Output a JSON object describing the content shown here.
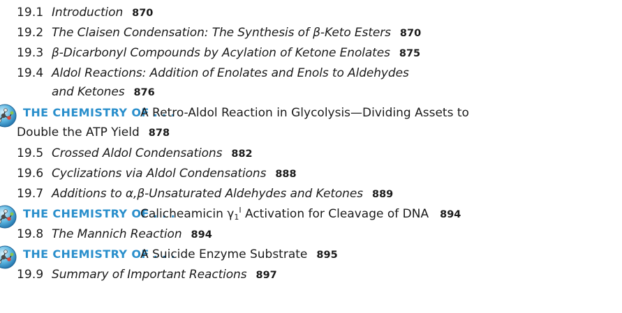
{
  "toc": {
    "entries": [
      {
        "num": "19.1",
        "title": "Introduction",
        "page": "870"
      },
      {
        "num": "19.2",
        "title": "The Claisen Condensation: The Synthesis of β-Keto Esters",
        "page": "870"
      },
      {
        "num": "19.3",
        "title": "β-Dicarbonyl Compounds by Acylation of Ketone Enolates",
        "page": "875"
      },
      {
        "num": "19.4",
        "title": "Aldol Reactions: Addition of Enolates and Enols to Aldehydes",
        "title_cont": "and Ketones",
        "page": "876"
      },
      {
        "num": "19.5",
        "title": "Crossed Aldol Condensations",
        "page": "882"
      },
      {
        "num": "19.6",
        "title": "Cyclizations via Aldol Condensations",
        "page": "888"
      },
      {
        "num": "19.7",
        "title": "Additions to α,β-Unsaturated Aldehydes and Ketones",
        "page": "889"
      },
      {
        "num": "19.8",
        "title": "The Mannich Reaction",
        "page": "894"
      },
      {
        "num": "19.9",
        "title": "Summary of Important Reactions",
        "page": "897"
      }
    ],
    "chemistry": [
      {
        "label": "THE CHEMISTRY OF . . .",
        "text": "A Retro-Aldol Reaction in Glycolysis—Dividing Assets to",
        "text_cont": "Double the ATP Yield",
        "page": "878"
      },
      {
        "label": "THE CHEMISTRY OF . . .",
        "text_pre": "Calicheamicin γ",
        "text_sub": "1",
        "text_sup": "I",
        "text_post": " Activation for Cleavage of DNA",
        "page": "894"
      },
      {
        "label": "THE CHEMISTRY OF . . .",
        "text": "A Suicide Enzyme Substrate",
        "page": "895"
      }
    ],
    "icon_name": "molecule-icon",
    "accent_color": "#2a8fcc"
  }
}
